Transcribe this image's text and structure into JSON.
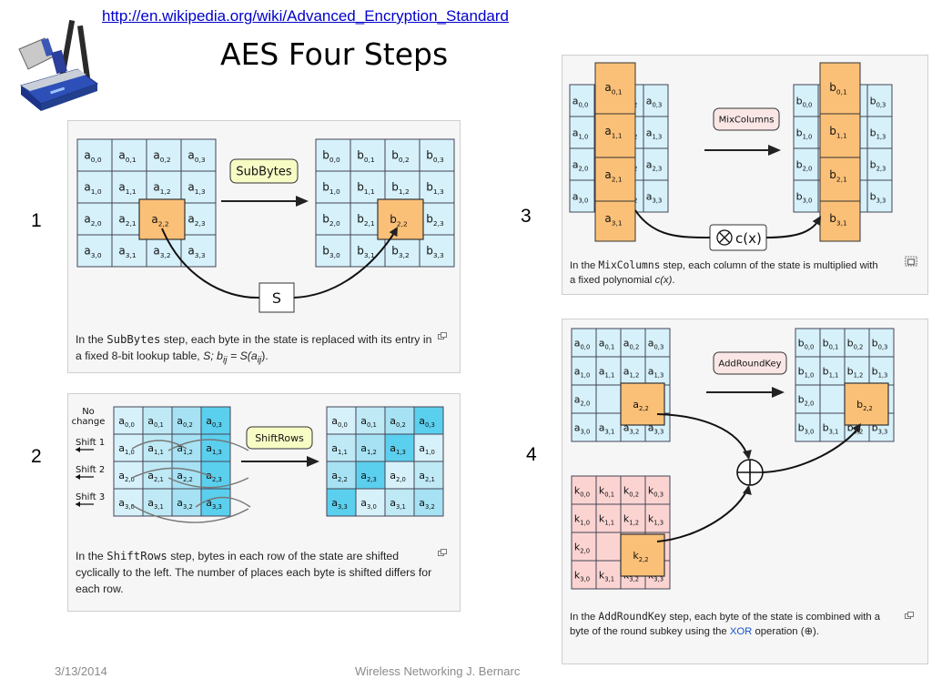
{
  "header": {
    "url": "http://en.wikipedia.org/wiki/Advanced_Encryption_Standard",
    "title": "AES Four Steps"
  },
  "footer": {
    "date": "3/13/2014",
    "center": "Wireless Networking   J. Bernarc"
  },
  "step_numbers": [
    "1",
    "2",
    "3",
    "4"
  ],
  "colors": {
    "cell_light": "#d6f1fa",
    "cell_mid": "#a6e2f3",
    "cell_dark": "#5bcfee",
    "highlight": "#fbc077",
    "key_cell": "#fbd4d2",
    "op_box": "#f7fcc4",
    "op_box_pink": "#fbe6e6",
    "link": "#1a55c9"
  },
  "steps": {
    "subbytes": {
      "op": "SubBytes",
      "sbox": "S",
      "caption": {
        "t1": "In the ",
        "code": "SubBytes",
        "t2": " step, each byte in the state is replaced with its entry in a fixed 8-bit lookup table, ",
        "t3": "S; b",
        "t4": "ij",
        "t5": " = S(a",
        "t6": "ij",
        "t7": ")."
      }
    },
    "shiftrows": {
      "op": "ShiftRows",
      "row_labels": [
        "No change",
        "Shift 1",
        "Shift 2",
        "Shift 3"
      ],
      "caption": {
        "t1": "In the ",
        "code": "ShiftRows",
        "t2": " step, bytes in each row of the state are shifted cyclically to the left. The number of places each byte is shifted differs for each row."
      }
    },
    "mixcolumns": {
      "op": "MixColumns",
      "poly": "c(x)",
      "caption": {
        "t1": "In the ",
        "code": "MixColumns",
        "t2": " step, each column of the state is multiplied with a fixed polynomial ",
        "t3": "c(x)",
        "t4": "."
      }
    },
    "addroundkey": {
      "op": "AddRoundKey",
      "caption": {
        "t1": "In the ",
        "code": "AddRoundKey",
        "t2": " step, each byte of the state is combined with a byte of the round subkey using the ",
        "link": "XOR",
        "t3": " operation (⊕)."
      }
    }
  }
}
